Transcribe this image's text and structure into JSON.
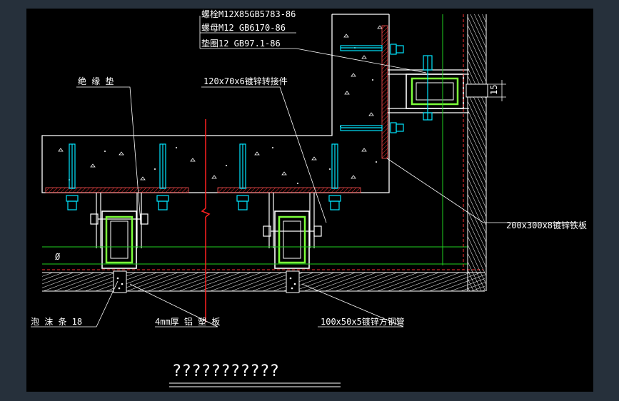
{
  "labels": {
    "bolt_spec": "螺栓M12X85GB5783-86",
    "nut_spec": "螺母M12   GB6170-86",
    "washer_spec": "垫圈12    GB97.1-86",
    "insulation_pad": "绝 缘 垫",
    "adapter": "120x70x6镀锌转接件",
    "plate": "200x300x8镀锌铁板",
    "foam_strip": "泡 沫 条  18",
    "panel": "4mm厚 铝 塑 板",
    "tube": "100x50x5镀锌方钢管",
    "dimension": "15",
    "diameter_symbol": "Ø",
    "drawing_title": "???????????"
  },
  "colors": {
    "background": "#000000",
    "frame": "#26303b",
    "concrete": "#ffffff",
    "anchor": "#00e5ff",
    "tube_outline": "#ffffff",
    "tube_inner": "#7cff3a",
    "gridline": "#1fd11f",
    "plate_fill": "#c0392b",
    "section_line": "#ff2020",
    "leader": "#ffffff"
  }
}
